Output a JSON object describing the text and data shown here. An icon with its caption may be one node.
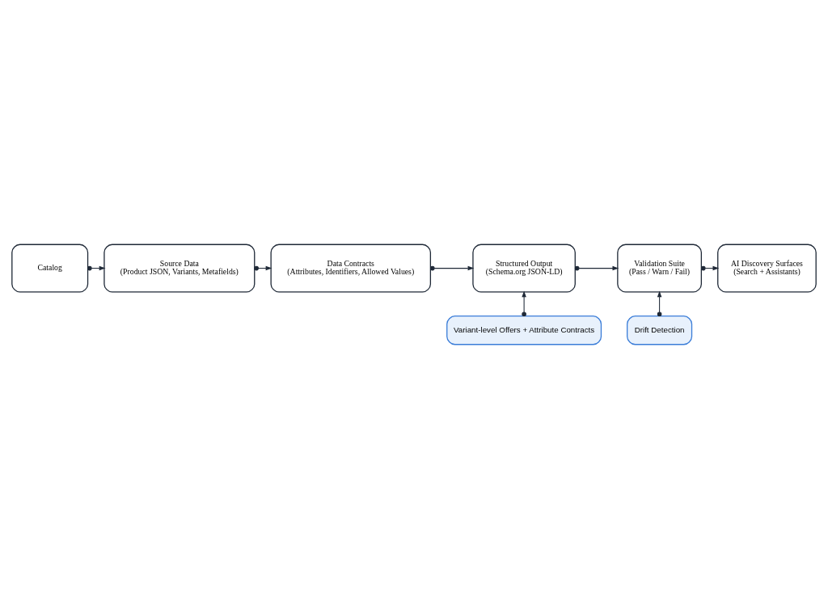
{
  "diagram": {
    "nodes": [
      {
        "text": [
          "Catalog"
        ]
      },
      {
        "text": [
          "Source Data",
          "(Product JSON, Variants, Metafields)"
        ]
      },
      {
        "text": [
          "Data Contracts",
          "(Attributes, Identifiers, Allowed Values)"
        ]
      },
      {
        "text": [
          "Structured Output",
          "(Schema.org JSON-LD)"
        ]
      },
      {
        "text": [
          "Validation Suite",
          "(Pass / Warn / Fail)"
        ]
      },
      {
        "text": [
          "AI Discovery Surfaces",
          "(Search + Assistants)"
        ]
      },
      {
        "text": [
          "Variant-level Offers + Attribute Contracts"
        ]
      },
      {
        "text": [
          "Drift Detection"
        ]
      }
    ],
    "edges": [
      {
        "from": 0,
        "to": 1,
        "arrow": "to"
      },
      {
        "from": 1,
        "to": 2,
        "arrow": "to"
      },
      {
        "from": 2,
        "to": 3,
        "arrow": "to"
      },
      {
        "from": 3,
        "to": 4,
        "arrow": "to"
      },
      {
        "from": 4,
        "to": 5,
        "arrow": "to"
      },
      {
        "from": 6,
        "to": 3,
        "arrow": "to"
      },
      {
        "from": 7,
        "to": 4,
        "arrow": "to"
      }
    ]
  }
}
